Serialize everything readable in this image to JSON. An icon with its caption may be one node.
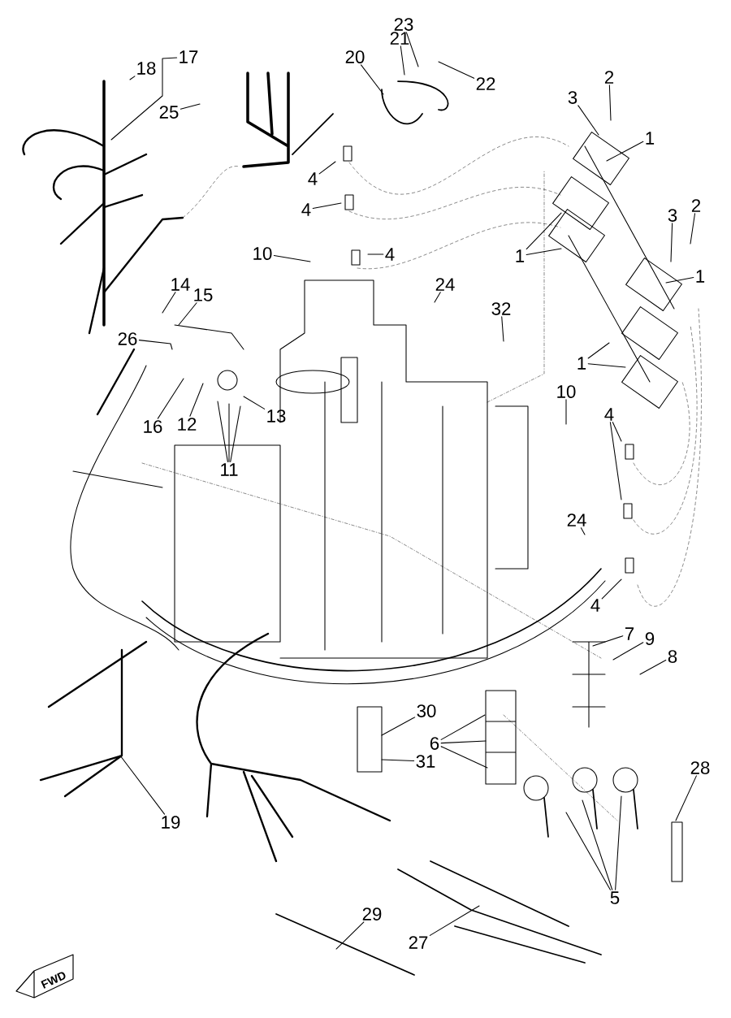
{
  "diagram": {
    "nodes": [
      {
        "text": [
          "17"
        ]
      },
      {
        "text": [
          "18"
        ]
      },
      {
        "text": [
          "25"
        ]
      },
      {
        "text": [
          "20"
        ]
      },
      {
        "text": [
          "21"
        ]
      },
      {
        "text": [
          "23"
        ]
      },
      {
        "text": [
          "22"
        ]
      },
      {
        "text": [
          "4"
        ]
      },
      {
        "text": [
          "4"
        ]
      },
      {
        "text": [
          "10"
        ]
      },
      {
        "text": [
          "4"
        ]
      },
      {
        "text": [
          "2"
        ]
      },
      {
        "text": [
          "3"
        ]
      },
      {
        "text": [
          "1"
        ]
      },
      {
        "text": [
          "1"
        ]
      },
      {
        "text": [
          "2"
        ]
      },
      {
        "text": [
          "3"
        ]
      },
      {
        "text": [
          "1"
        ]
      },
      {
        "text": [
          "1"
        ]
      },
      {
        "text": [
          "24"
        ]
      },
      {
        "text": [
          "32"
        ]
      },
      {
        "text": [
          "14"
        ]
      },
      {
        "text": [
          "15"
        ]
      },
      {
        "text": [
          "26"
        ]
      },
      {
        "text": [
          "16"
        ]
      },
      {
        "text": [
          "12"
        ]
      },
      {
        "text": [
          "13"
        ]
      },
      {
        "text": [
          "11"
        ]
      },
      {
        "text": [
          "10"
        ]
      },
      {
        "text": [
          "4"
        ]
      },
      {
        "text": [
          "24"
        ]
      },
      {
        "text": [
          "4"
        ]
      },
      {
        "text": [
          "7"
        ]
      },
      {
        "text": [
          "9"
        ]
      },
      {
        "text": [
          "8"
        ]
      },
      {
        "text": [
          "30"
        ]
      },
      {
        "text": [
          "6"
        ]
      },
      {
        "text": [
          "31"
        ]
      },
      {
        "text": [
          "28"
        ]
      },
      {
        "text": [
          "19"
        ]
      },
      {
        "text": [
          "5"
        ]
      },
      {
        "text": [
          "29"
        ]
      },
      {
        "text": [
          "27"
        ]
      }
    ],
    "edges": [
      {
        "from": 0,
        "to": null,
        "arrow": "none"
      },
      {
        "from": 1,
        "to": null,
        "arrow": "none"
      },
      {
        "from": 2,
        "to": null,
        "arrow": "none"
      },
      {
        "from": 3,
        "to": null,
        "arrow": "none"
      },
      {
        "from": 4,
        "to": null,
        "arrow": "none"
      },
      {
        "from": 5,
        "to": null,
        "arrow": "none"
      },
      {
        "from": 6,
        "to": null,
        "arrow": "none"
      },
      {
        "from": 7,
        "to": null,
        "arrow": "none"
      },
      {
        "from": 8,
        "to": null,
        "arrow": "none"
      },
      {
        "from": 9,
        "to": null,
        "arrow": "none"
      },
      {
        "from": 10,
        "to": null,
        "arrow": "none"
      },
      {
        "from": 11,
        "to": null,
        "arrow": "none"
      },
      {
        "from": 12,
        "to": null,
        "arrow": "none"
      },
      {
        "from": 13,
        "to": null,
        "arrow": "none"
      },
      {
        "from": 14,
        "to": null,
        "arrow": "none"
      },
      {
        "from": 14,
        "to": null,
        "arrow": "none"
      },
      {
        "from": 15,
        "to": null,
        "arrow": "none"
      },
      {
        "from": 16,
        "to": null,
        "arrow": "none"
      },
      {
        "from": 17,
        "to": null,
        "arrow": "none"
      },
      {
        "from": 18,
        "to": null,
        "arrow": "none"
      },
      {
        "from": 18,
        "to": null,
        "arrow": "none"
      },
      {
        "from": 19,
        "to": null,
        "arrow": "none"
      },
      {
        "from": 20,
        "to": null,
        "arrow": "none"
      },
      {
        "from": 21,
        "to": null,
        "arrow": "none"
      },
      {
        "from": 22,
        "to": null,
        "arrow": "none"
      },
      {
        "from": 23,
        "to": null,
        "arrow": "none"
      },
      {
        "from": 24,
        "to": null,
        "arrow": "none"
      },
      {
        "from": 25,
        "to": null,
        "arrow": "none"
      },
      {
        "from": 26,
        "to": null,
        "arrow": "none"
      },
      {
        "from": 27,
        "to": null,
        "arrow": "none"
      },
      {
        "from": 27,
        "to": null,
        "arrow": "none"
      },
      {
        "from": 27,
        "to": null,
        "arrow": "none"
      },
      {
        "from": 28,
        "to": null,
        "arrow": "none"
      },
      {
        "from": 29,
        "to": null,
        "arrow": "none"
      },
      {
        "from": 29,
        "to": null,
        "arrow": "none"
      },
      {
        "from": 30,
        "to": null,
        "arrow": "none"
      },
      {
        "from": 31,
        "to": null,
        "arrow": "none"
      },
      {
        "from": 32,
        "to": null,
        "arrow": "none"
      },
      {
        "from": 33,
        "to": null,
        "arrow": "none"
      },
      {
        "from": 34,
        "to": null,
        "arrow": "none"
      },
      {
        "from": 35,
        "to": null,
        "arrow": "none"
      },
      {
        "from": 36,
        "to": null,
        "arrow": "none"
      },
      {
        "from": 36,
        "to": null,
        "arrow": "none"
      },
      {
        "from": 36,
        "to": null,
        "arrow": "none"
      },
      {
        "from": 37,
        "to": null,
        "arrow": "none"
      },
      {
        "from": 38,
        "to": null,
        "arrow": "none"
      },
      {
        "from": 39,
        "to": null,
        "arrow": "none"
      },
      {
        "from": 40,
        "to": null,
        "arrow": "none"
      },
      {
        "from": 40,
        "to": null,
        "arrow": "none"
      },
      {
        "from": 40,
        "to": null,
        "arrow": "none"
      },
      {
        "from": 41,
        "to": null,
        "arrow": "none"
      },
      {
        "from": 42,
        "to": null,
        "arrow": "none"
      }
    ],
    "labels": [
      "FWD"
    ]
  }
}
